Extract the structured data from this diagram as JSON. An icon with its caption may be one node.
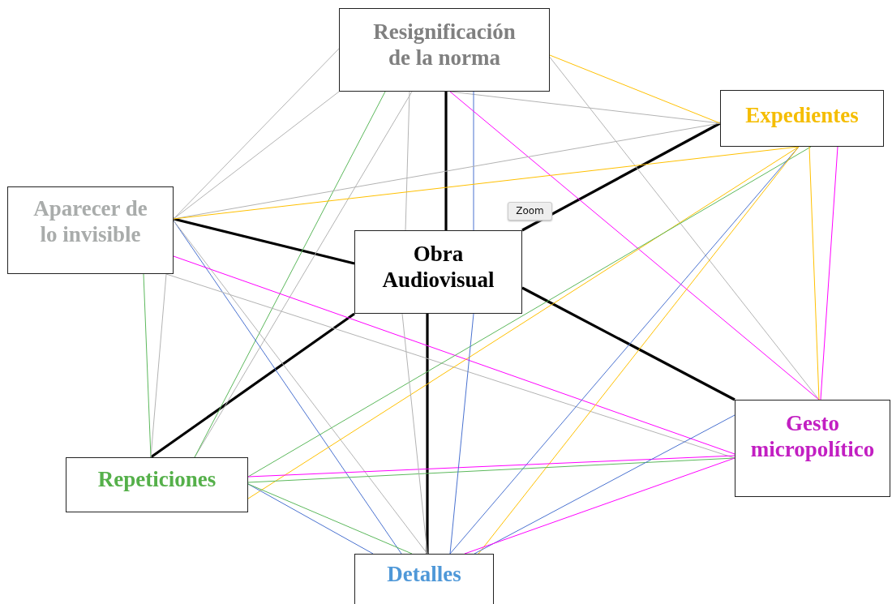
{
  "diagram": {
    "nodes": [
      {
        "text": [
          "Resignificación de la norma"
        ]
      },
      {
        "text": [
          "Expedientes"
        ]
      },
      {
        "text": [
          "Aparecer de lo invisible"
        ]
      },
      {
        "text": [
          "Obra Audiovisual"
        ]
      },
      {
        "text": [
          "Gesto micropolítico"
        ]
      },
      {
        "text": [
          "Repeticiones"
        ]
      },
      {
        "text": [
          "Detalles"
        ]
      }
    ],
    "edges": [
      {
        "from": 3,
        "to": 0,
        "arrow": "none",
        "style": "thick",
        "color": "#000000"
      },
      {
        "from": 3,
        "to": 1,
        "arrow": "none",
        "style": "thick",
        "color": "#000000"
      },
      {
        "from": 3,
        "to": 2,
        "arrow": "none",
        "style": "thick",
        "color": "#000000"
      },
      {
        "from": 3,
        "to": 4,
        "arrow": "none",
        "style": "thick",
        "color": "#000000"
      },
      {
        "from": 3,
        "to": 5,
        "arrow": "none",
        "style": "thick",
        "color": "#000000"
      },
      {
        "from": 3,
        "to": 6,
        "arrow": "none",
        "style": "thick",
        "color": "#000000"
      },
      {
        "from": 0,
        "to": 2,
        "arrow": "none"
      },
      {
        "from": 0,
        "to": 2,
        "arrow": "none"
      },
      {
        "from": 0,
        "to": 5,
        "arrow": "none"
      },
      {
        "from": 0,
        "to": 3,
        "arrow": "none"
      },
      {
        "from": 0,
        "to": 1,
        "arrow": "none"
      },
      {
        "from": 0,
        "to": 4,
        "arrow": "none"
      },
      {
        "from": 0,
        "to": 1,
        "arrow": "none",
        "color": "#ffc000"
      },
      {
        "from": 0,
        "to": 5,
        "arrow": "none",
        "color": "#5cb85c"
      },
      {
        "from": 0,
        "to": 3,
        "arrow": "none",
        "color": "#4a72d0"
      },
      {
        "from": 0,
        "to": 4,
        "arrow": "none",
        "color": "#ff00ff"
      },
      {
        "from": 2,
        "to": 1,
        "arrow": "none"
      },
      {
        "from": 2,
        "to": 1,
        "arrow": "none",
        "color": "#ffc000"
      },
      {
        "from": 2,
        "to": 6,
        "arrow": "none",
        "color": "#4a72d0"
      },
      {
        "from": 2,
        "to": 6,
        "arrow": "none"
      },
      {
        "from": 2,
        "to": 4,
        "arrow": "none",
        "color": "#ff00ff"
      },
      {
        "from": 2,
        "to": 4,
        "arrow": "none"
      },
      {
        "from": 2,
        "to": 5,
        "arrow": "none",
        "color": "#5cb85c"
      },
      {
        "from": 2,
        "to": 5,
        "arrow": "none"
      },
      {
        "from": 1,
        "to": 5,
        "arrow": "none",
        "color": "#ffc000"
      },
      {
        "from": 1,
        "to": 5,
        "arrow": "none",
        "color": "#5cb85c"
      },
      {
        "from": 1,
        "to": 6,
        "arrow": "none",
        "color": "#4a72d0"
      },
      {
        "from": 1,
        "to": 6,
        "arrow": "none",
        "color": "#ffc000"
      },
      {
        "from": 1,
        "to": 4,
        "arrow": "none",
        "color": "#ffc000"
      },
      {
        "from": 1,
        "to": 4,
        "arrow": "none",
        "color": "#ff00ff"
      },
      {
        "from": 4,
        "to": 5,
        "arrow": "none",
        "color": "#ff00ff"
      },
      {
        "from": 4,
        "to": 5,
        "arrow": "none",
        "color": "#5cb85c"
      },
      {
        "from": 4,
        "to": 6,
        "arrow": "none",
        "color": "#4a72d0"
      },
      {
        "from": 4,
        "to": 6,
        "arrow": "none",
        "color": "#ff00ff"
      },
      {
        "from": 5,
        "to": 6,
        "arrow": "none",
        "color": "#4a72d0"
      },
      {
        "from": 5,
        "to": 6,
        "arrow": "none",
        "color": "#5cb85c"
      },
      {
        "from": 3,
        "to": 6,
        "arrow": "none"
      },
      {
        "from": 3,
        "to": 6,
        "arrow": "none",
        "color": "#4a72d0"
      }
    ],
    "labels": [
      "Zoom"
    ]
  }
}
